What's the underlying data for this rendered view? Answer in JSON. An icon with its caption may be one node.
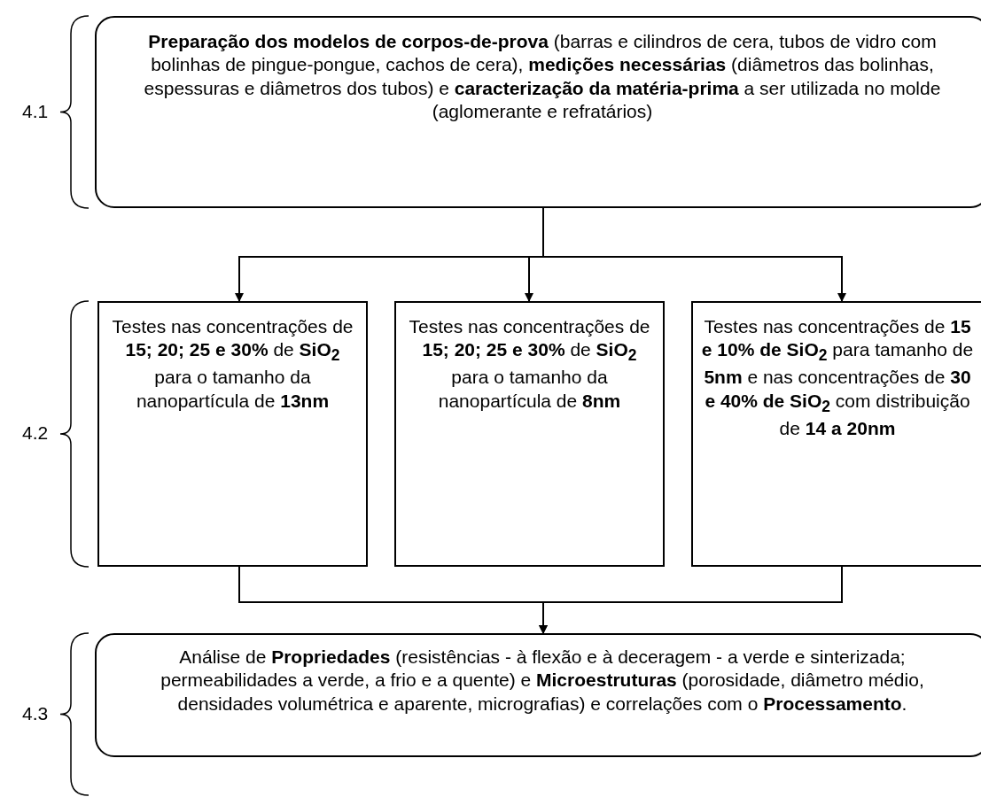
{
  "diagram": {
    "nodes": [
      {
        "text": [
          "**Preparação dos modelos de corpos-de-prova** (barras e cilindros de cera, tubos de vidro com bolinhas de pingue-pongue, cachos de cera), **medições necessárias** (diâmetros das bolinhas, espessuras e diâmetros dos tubos) e **caracterização da matéria-prima** a ser utilizada no molde (aglomerante e refratários)"
        ]
      },
      {
        "text": [
          "Testes nas concentrações de **15; 20; 25 e 30%** de **SiO$_{2}$** para o tamanho da nanopartícula de **13nm**"
        ]
      },
      {
        "text": [
          "Testes nas concentrações de **15; 20; 25 e 30%** de **SiO$_{2}$** para o tamanho da nanopartícula de **8nm**"
        ]
      },
      {
        "text": [
          "Testes nas concentrações de **15 e 10% de SiO$_{2}$** para tamanho de **5nm** e nas concentrações de **30 e 40% de SiO$_{2}$** com distribuição de **14 a 20nm**"
        ]
      },
      {
        "text": [
          "Análise de **Propriedades** (resistências - à flexão e à deceragem - a verde e sinterizada; permeabilidades a verde, a frio e a quente) e **Microestruturas** (porosidade, diâmetro médio, densidades volumétrica e aparente, micrografias) e correlações com o **Processamento**."
        ]
      }
    ],
    "edges": [
      {
        "from": 0,
        "to": 1,
        "arrow": "to"
      },
      {
        "from": 0,
        "to": 2,
        "arrow": "to"
      },
      {
        "from": 0,
        "to": 3,
        "arrow": "to"
      },
      {
        "from": 1,
        "to": 4,
        "arrow": "to"
      },
      {
        "from": 3,
        "to": 4,
        "arrow": "to"
      }
    ],
    "labels": [
      "4.1",
      "4.2",
      "4.3"
    ]
  }
}
